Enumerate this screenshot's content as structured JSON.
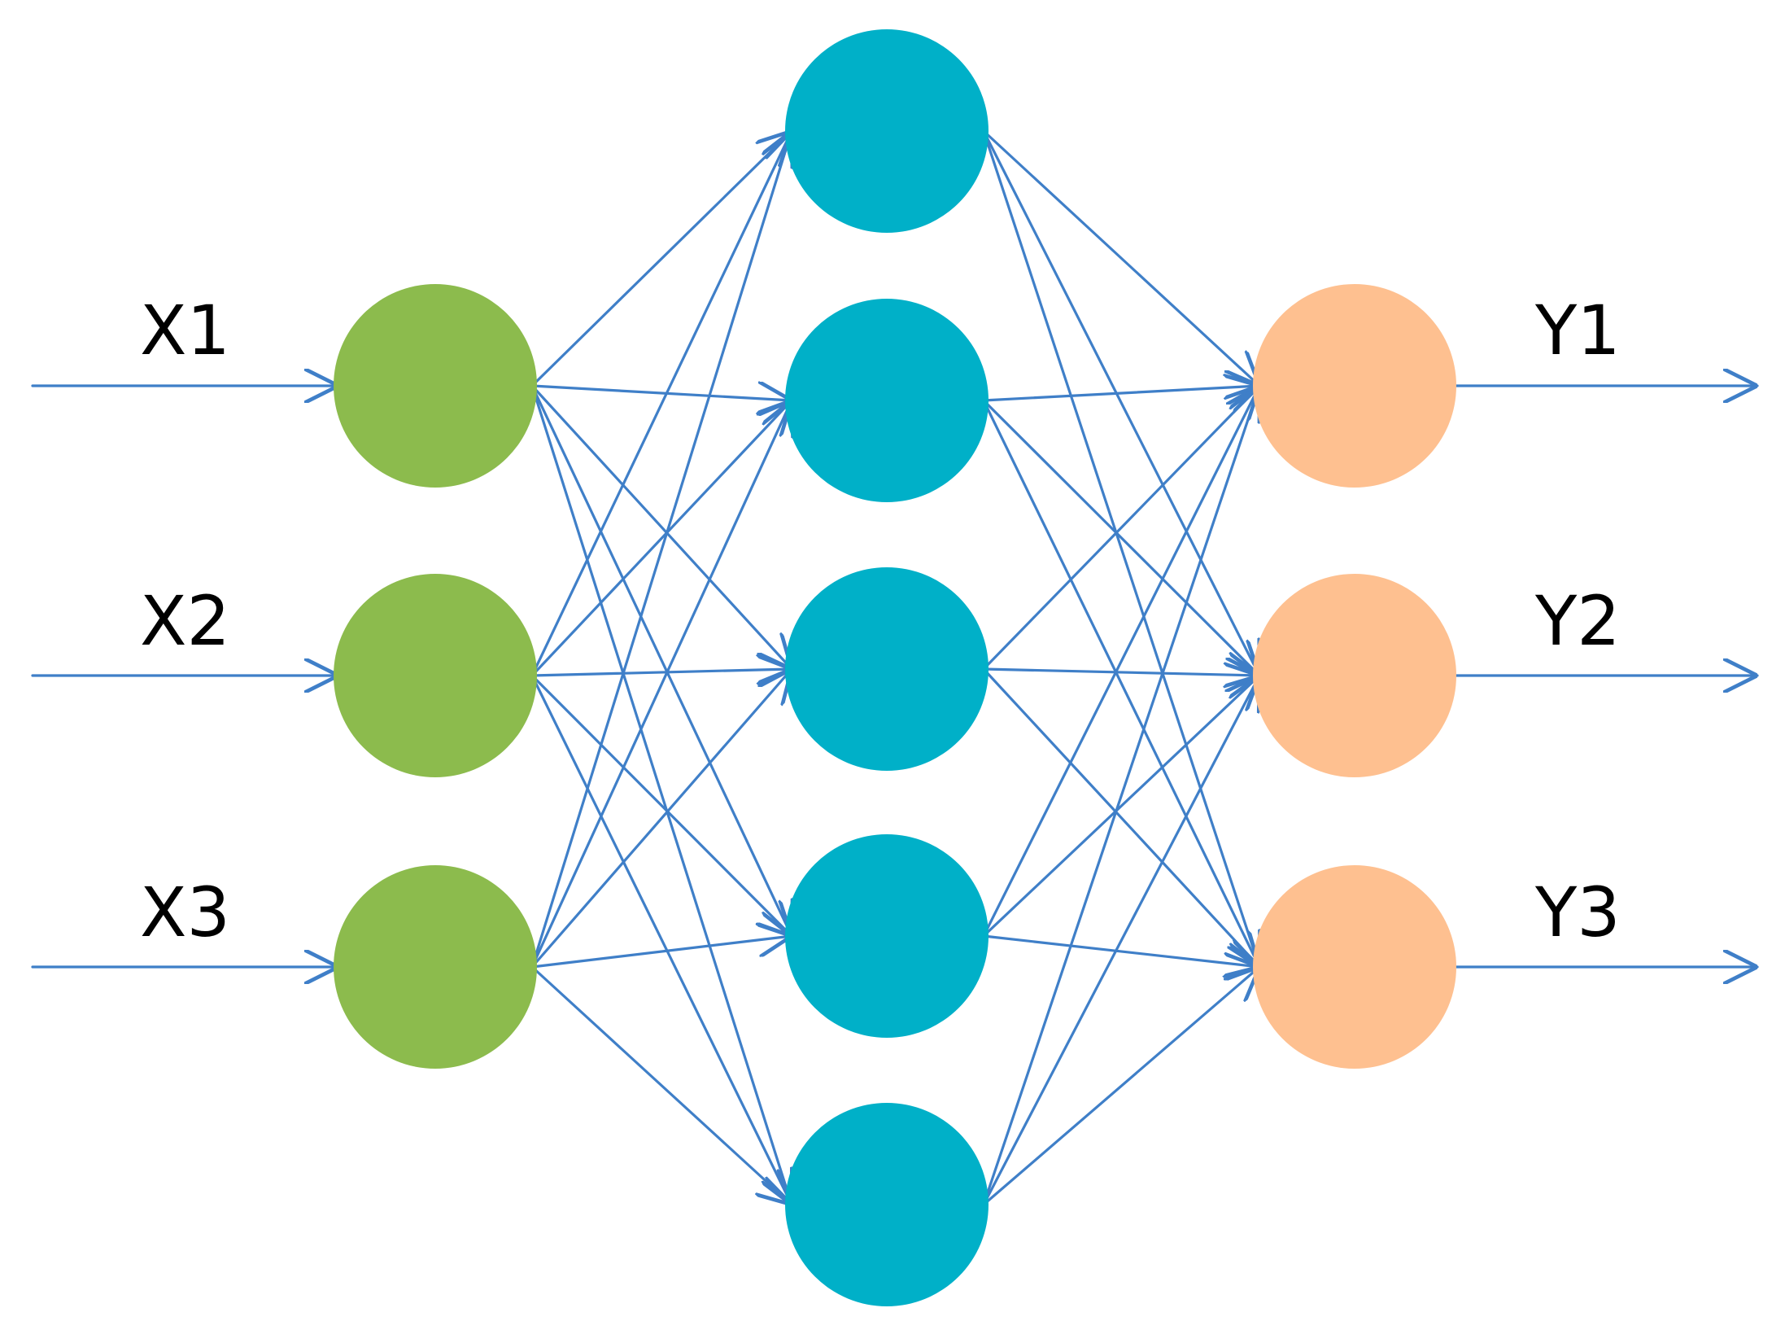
{
  "colors": {
    "input_node": "#8cbb4d",
    "hidden_node": "#00b0c8",
    "output_node": "#fec090",
    "edge": "#3f7fc8",
    "label": "#000000"
  },
  "layers": {
    "input": [
      {
        "label": "X1"
      },
      {
        "label": "X2"
      },
      {
        "label": "X3"
      }
    ],
    "hidden": [
      {
        "label": ""
      },
      {
        "label": ""
      },
      {
        "label": ""
      },
      {
        "label": ""
      },
      {
        "label": ""
      }
    ],
    "output": [
      {
        "label": "Y1"
      },
      {
        "label": "Y2"
      },
      {
        "label": "Y3"
      }
    ]
  },
  "connectivity": "fully-connected"
}
